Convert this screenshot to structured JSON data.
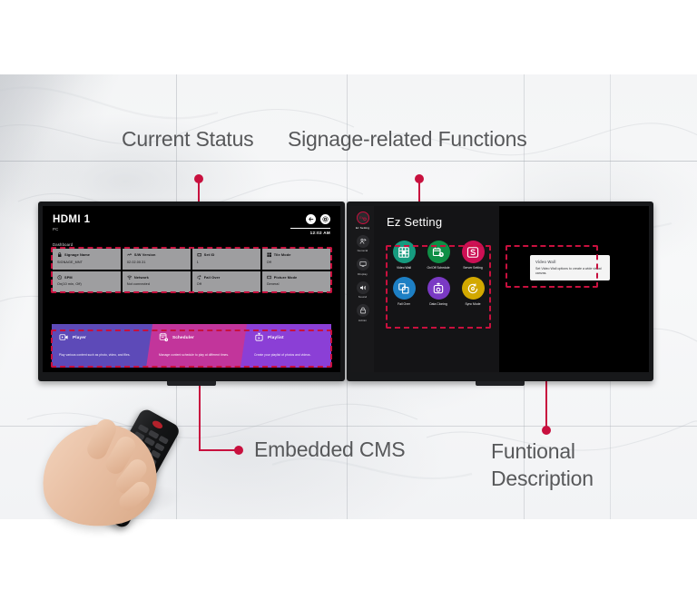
{
  "annotations": {
    "current_status": "Current Status",
    "signage_functions": "Signage-related Functions",
    "embedded_cms": "Embedded CMS",
    "functional_description": "Funtional\nDescription",
    "accent_color": "#c8103e"
  },
  "left_display": {
    "source_title": "HDMI 1",
    "source_subtitle": "PC",
    "caption": "Dashboard",
    "time": "12:02 AM",
    "top_icons": [
      {
        "name": "back-icon",
        "label": "Back"
      },
      {
        "name": "settings-icon",
        "label": "Settings"
      }
    ],
    "tiles": [
      {
        "icon": "signage-name-icon",
        "title": "Signage Name",
        "value": "SIGNAGE_MNT"
      },
      {
        "icon": "sw-version-icon",
        "title": "S/W Version",
        "value": "02.02.00.31"
      },
      {
        "icon": "set-id-icon",
        "title": "Set ID",
        "value": "1"
      },
      {
        "icon": "tile-mode-icon",
        "title": "Tile Mode",
        "value": "Off"
      },
      {
        "icon": "spm-icon",
        "title": "SPM",
        "value": "On(10 min, Off)"
      },
      {
        "icon": "network-icon",
        "title": "Network",
        "value": "Not connected"
      },
      {
        "icon": "fail-over-icon",
        "title": "Fail Over",
        "value": "Off"
      },
      {
        "icon": "picture-mode-icon",
        "title": "Picture Mode",
        "value": "General"
      }
    ],
    "cms_cards": [
      {
        "icon": "player-icon",
        "title": "Player",
        "description": "Play various content such as photo, video, and files.",
        "color": "#5d4ab8"
      },
      {
        "icon": "scheduler-icon",
        "title": "Scheduler",
        "description": "Manage content schedule to play at different times.",
        "color": "#c2359b"
      },
      {
        "icon": "playlist-icon",
        "title": "Playlist",
        "description": "Create your playlist of photos and videos.",
        "color": "#8b3fd6"
      }
    ]
  },
  "right_display": {
    "panel_title": "Ez Setting",
    "sidebar": [
      {
        "icon": "ez-setting-icon",
        "label": "Ez Setting",
        "active": true
      },
      {
        "icon": "general-icon",
        "label": "General",
        "active": false
      },
      {
        "icon": "display-icon",
        "label": "Display",
        "active": false
      },
      {
        "icon": "sound-icon",
        "label": "Sound",
        "active": false
      },
      {
        "icon": "admin-icon",
        "label": "Admin",
        "active": false
      }
    ],
    "functions": [
      {
        "icon": "video-wall-icon",
        "label": "Video Wall",
        "color": "#169b7f"
      },
      {
        "icon": "on-off-schedule-icon",
        "label": "On/Off\nSchedule",
        "color": "#0f8f46"
      },
      {
        "icon": "server-setting-icon",
        "label": "Server Setting",
        "color": "#cc1055"
      },
      {
        "icon": "fail-over-icon",
        "label": "Fail Over",
        "color": "#1d7fc4"
      },
      {
        "icon": "data-cloning-icon",
        "label": "Data Cloning",
        "color": "#7a39c4"
      },
      {
        "icon": "sync-mode-icon",
        "label": "Sync Mode",
        "color": "#d2a800"
      }
    ],
    "tooltip": {
      "title": "Video Wall",
      "description": "Set Video Wall options to create a wide visual canvas."
    }
  }
}
